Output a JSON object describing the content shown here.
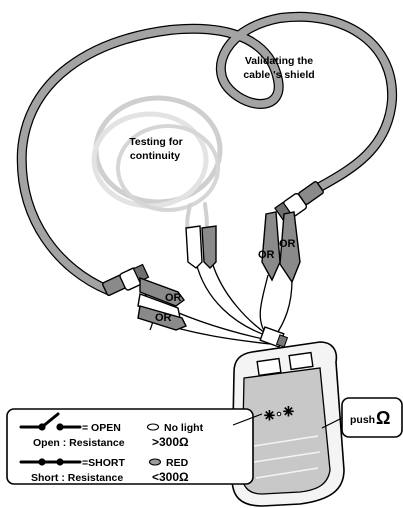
{
  "labels": {
    "shield": [
      "Validating the",
      "cable 's shield"
    ],
    "continuity": [
      "Testing for",
      "continuity"
    ],
    "or": [
      "OR",
      "OR",
      "OR",
      "OR"
    ]
  },
  "legend": {
    "open_symbol_label": "= OPEN",
    "open_light_label": "No light",
    "open_resistance_label": "Open : Resistance",
    "open_resistance_value": ">300Ω",
    "short_symbol_label": "=SHORT",
    "short_light_label": "RED",
    "short_resistance_label": "Short : Resistance",
    "short_resistance_value": "<300Ω"
  },
  "push_label": {
    "text": "push",
    "symbol": "Ω"
  },
  "colors": {
    "cable": "#9a9a9a",
    "thin_cable": "#dcdcdc",
    "clip": "#8a8a8a",
    "outline": "#000000",
    "device_body": "#f4f4f4",
    "device_panel": "#c8c8c8"
  }
}
